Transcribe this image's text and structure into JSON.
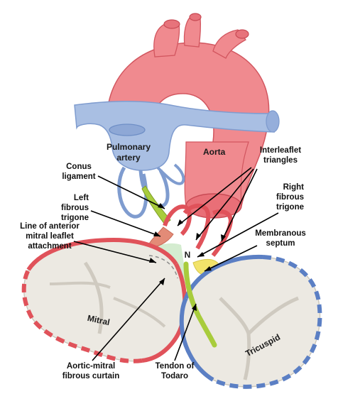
{
  "labels": {
    "pulmonary_artery": [
      "Pulmonary",
      "artery"
    ],
    "aorta": "Aorta",
    "conus_ligament": [
      "Conus",
      "ligament"
    ],
    "left_fibrous_trigone": [
      "Left",
      "fibrous",
      "trigone"
    ],
    "line_anterior_mitral": [
      "Line of anterior",
      "mitral leaflet",
      "attachment"
    ],
    "interleaflet_triangles": [
      "Interleaflet",
      "triangles"
    ],
    "right_fibrous_trigone": [
      "Right",
      "fibrous",
      "trigone"
    ],
    "membranous_septum": [
      "Membranous",
      "septum"
    ],
    "node": "N",
    "mitral": "Mitral",
    "tricuspid": "Tricuspid",
    "aortic_mitral_curtain": [
      "Aortic-mitral",
      "fibrous curtain"
    ],
    "tendon_of_todaro": [
      "Tendon of",
      "Todaro"
    ]
  },
  "colors": {
    "aorta": "#f08a8f",
    "aorta_dark": "#d2565f",
    "pulmonary": "#a9bfe3",
    "pulmonary_dark": "#7f9ccf",
    "valve_leaflet": "#ece9e2",
    "tricuspid_ring": "#5b7fc4",
    "mitral_ring": "#e0525a",
    "tendon": "#a8cc3c",
    "membranous_septum": "#f2e36a",
    "curtain": "#d4ecd0"
  }
}
